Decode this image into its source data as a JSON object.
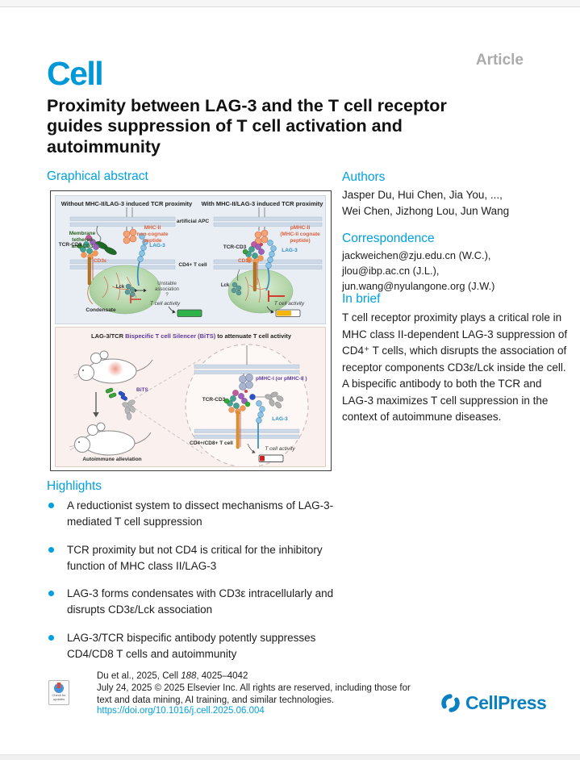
{
  "page": {
    "journal": "Cell",
    "article_type": "Article",
    "title": "Proximity between LAG-3 and the T cell receptor guides suppression of T cell activation and autoimmunity"
  },
  "graphical_abstract": {
    "heading": "Graphical abstract",
    "top": {
      "left_title": "Without MHC-II/LAG-3 induced TCR proximity",
      "right_title": "With MHC-II/LAG-3 induced TCR proximity",
      "apc_label": "artificial APC",
      "tcell_label": "CD4+ T cell",
      "left": {
        "anti_cd3": "Membrane tethered\nanti-CD3",
        "tcr_cd3": "TCR-CD3",
        "cd3e": "CD3ε",
        "mhc": "MHC-II\nnon-cognate\npeptide",
        "lag3": "LAG-3",
        "lck": "Lck",
        "unstable": "Unstable\nassociation\n?",
        "condensate": "Condensate",
        "activity": "T cell activity"
      },
      "right": {
        "tcr_cd3": "TCR-CD3",
        "cd3e": "CD3ε",
        "mhc": "pMHC-II\n(MHC-II cognate\npeptide)",
        "lag3": "LAG-3",
        "lck": "Lck",
        "activity": "T cell activity"
      }
    },
    "bottom": {
      "title_pre": "LAG-3/TCR ",
      "title_em": "Bispecific T cell Silencer (BiTS)",
      "title_post": " to attenuate T cell activity",
      "bits_label": "BiTS",
      "mouse_caption": "Autoimmune alleviation",
      "circle": {
        "pmhc": "pMHC-I (or pMHC-II )",
        "tcr_cd3": "TCR-CD3",
        "lag3": "LAG-3",
        "tcell": "CD4+/CD8+ T cell",
        "activity": "T cell activity"
      }
    }
  },
  "authors": {
    "heading": "Authors",
    "names": "Jasper Du, Hui Chen, Jia You, ...,\nWei Chen, Jizhong Lou, Jun Wang"
  },
  "correspondence": {
    "heading": "Correspondence",
    "emails": "jackweichen@zju.edu.cn (W.C.),\njlou@ibp.ac.cn (J.L.),\njun.wang@nyulangone.org (J.W.)"
  },
  "in_brief": {
    "heading": "In brief",
    "text": "T cell receptor proximity plays a critical role in MHC class II-dependent LAG-3 suppression of CD4⁺ T cells, which disrupts the association of receptor components CD3ε/Lck inside the cell. A bispecific antibody to both the TCR and LAG-3 maximizes T cell suppression in the context of autoimmune diseases."
  },
  "highlights": {
    "heading": "Highlights",
    "items": [
      "A reductionist system to dissect mechanisms of LAG-3-mediated T cell suppression",
      "TCR proximity but not CD4 is critical for the inhibitory function of MHC class II/LAG-3",
      "LAG-3 forms condensates with CD3ε intracellularly and disrupts CD3ε/Lck association",
      "LAG-3/TCR bispecific antibody potently suppresses CD4/CD8 T cells and autoimmunity"
    ]
  },
  "footer": {
    "badge_label": "Check for\nupdates",
    "citation_pre": "Du et al., 2025, Cell ",
    "citation_volume": "188",
    "citation_post": ", 4025–4042",
    "copyright": "July 24, 2025 © 2025 Elsevier Inc. All rights are reserved, including those for\ntext and data mining, AI training, and similar technologies.",
    "doi": "https://doi.org/10.1016/j.cell.2025.06.004",
    "publisher": "CellPress"
  },
  "colors": {
    "accent": "#00A0DF",
    "logo_blue": "#0099D8",
    "article_gray": "#ABABAB",
    "bits_purple": "#5C3A9E",
    "mhc_orange": "#E0603C",
    "lag3_blue": "#2E8FC7",
    "activity_green": "#2DB34A",
    "activity_yellow": "#F3B50A",
    "activity_red": "#CC2222"
  }
}
